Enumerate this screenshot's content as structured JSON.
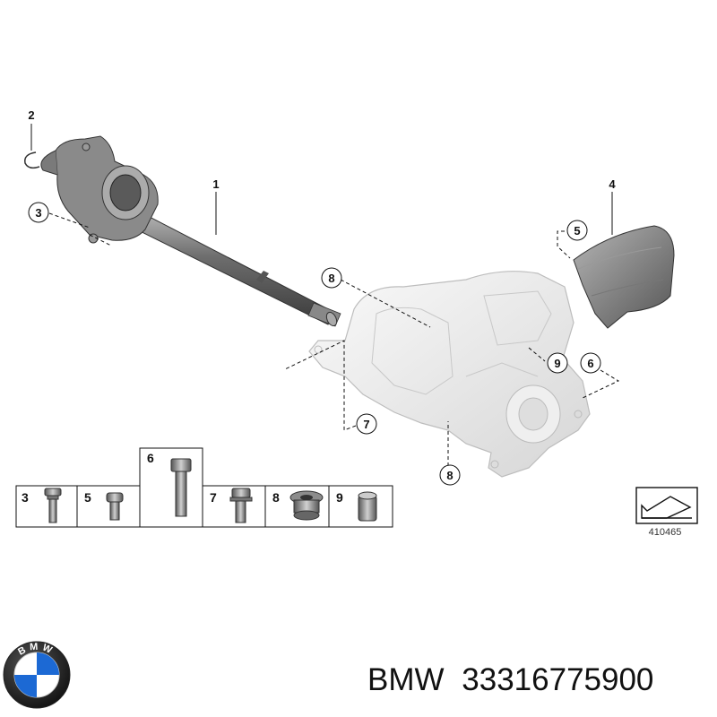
{
  "diagram": {
    "callouts": {
      "c1": "1",
      "c2": "2",
      "c3": "3",
      "c4": "4",
      "c5": "5",
      "c6": "6",
      "c7": "7",
      "c8a": "8",
      "c8b": "8",
      "c9": "9"
    },
    "legend_boxes": [
      {
        "label": "3"
      },
      {
        "label": "5"
      },
      {
        "label": "6"
      },
      {
        "label": "7"
      },
      {
        "label": "8"
      },
      {
        "label": "9"
      }
    ],
    "reference_number": "410465"
  },
  "logo": {
    "brand_letters": "BMW",
    "colors": {
      "blue": "#1c69d4",
      "white": "#ffffff",
      "ring": "#1a1a1a"
    }
  },
  "caption": {
    "brand": "BMW",
    "part_number": "33316775900"
  }
}
